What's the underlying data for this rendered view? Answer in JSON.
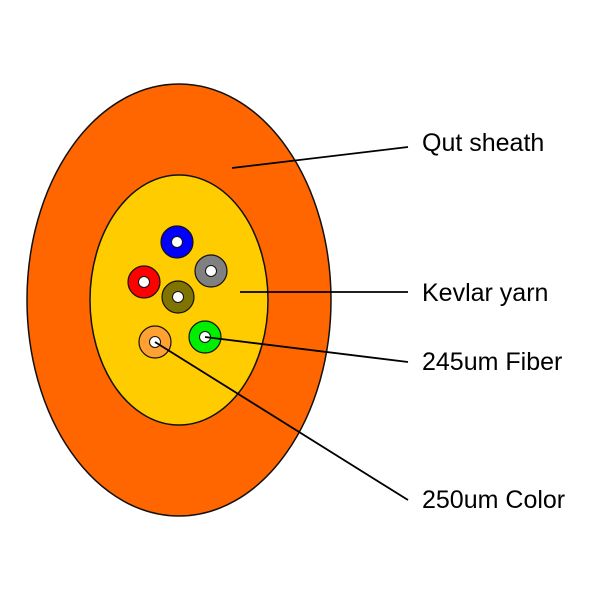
{
  "colors": {
    "outer_sheath": "#ff6600",
    "kevlar_yarn": "#ffcc00",
    "outline": "#111111",
    "leader_line": "#000000"
  },
  "fibers": [
    {
      "name": "blue",
      "color": "#0000ff"
    },
    {
      "name": "grey",
      "color": "#808080"
    },
    {
      "name": "red",
      "color": "#ff0000"
    },
    {
      "name": "olive",
      "color": "#7f7400"
    },
    {
      "name": "green",
      "color": "#00ee00"
    },
    {
      "name": "orange",
      "color": "#ffa033"
    }
  ],
  "labels": {
    "outer_sheath": "Qut sheath",
    "kevlar_yarn": "Kevlar yarn",
    "fiber_245": "245um Fiber",
    "color_250": "250um Color"
  }
}
